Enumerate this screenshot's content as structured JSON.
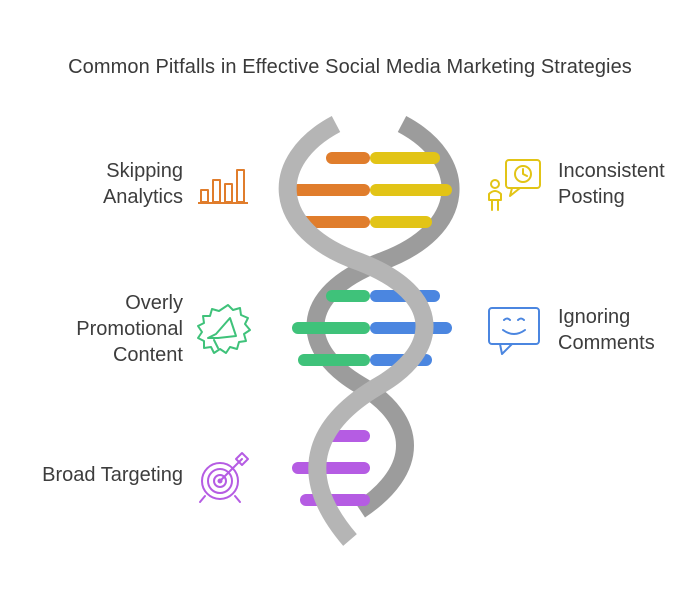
{
  "title": "Common Pitfalls in Effective Social Media Marketing Strategies",
  "items": [
    {
      "lines": [
        "Skipping",
        "Analytics"
      ],
      "icon": "bar-chart-icon",
      "color": "#e07d2c"
    },
    {
      "lines": [
        "Inconsistent",
        "Posting"
      ],
      "icon": "clock-schedule-icon",
      "color": "#e2c416"
    },
    {
      "lines": [
        "Overly",
        "Promotional",
        "Content"
      ],
      "icon": "megaphone-icon",
      "color": "#3fc27a"
    },
    {
      "lines": [
        "Ignoring",
        "Comments"
      ],
      "icon": "smiley-comment-icon",
      "color": "#4b86e0"
    },
    {
      "lines": [
        "Broad Targeting"
      ],
      "icon": "target-icon",
      "color": "#b55ce3"
    }
  ],
  "colors": {
    "text": "#3d3d3d",
    "helix": "#a6a6a6",
    "helix_front": "#b7b7b7"
  }
}
